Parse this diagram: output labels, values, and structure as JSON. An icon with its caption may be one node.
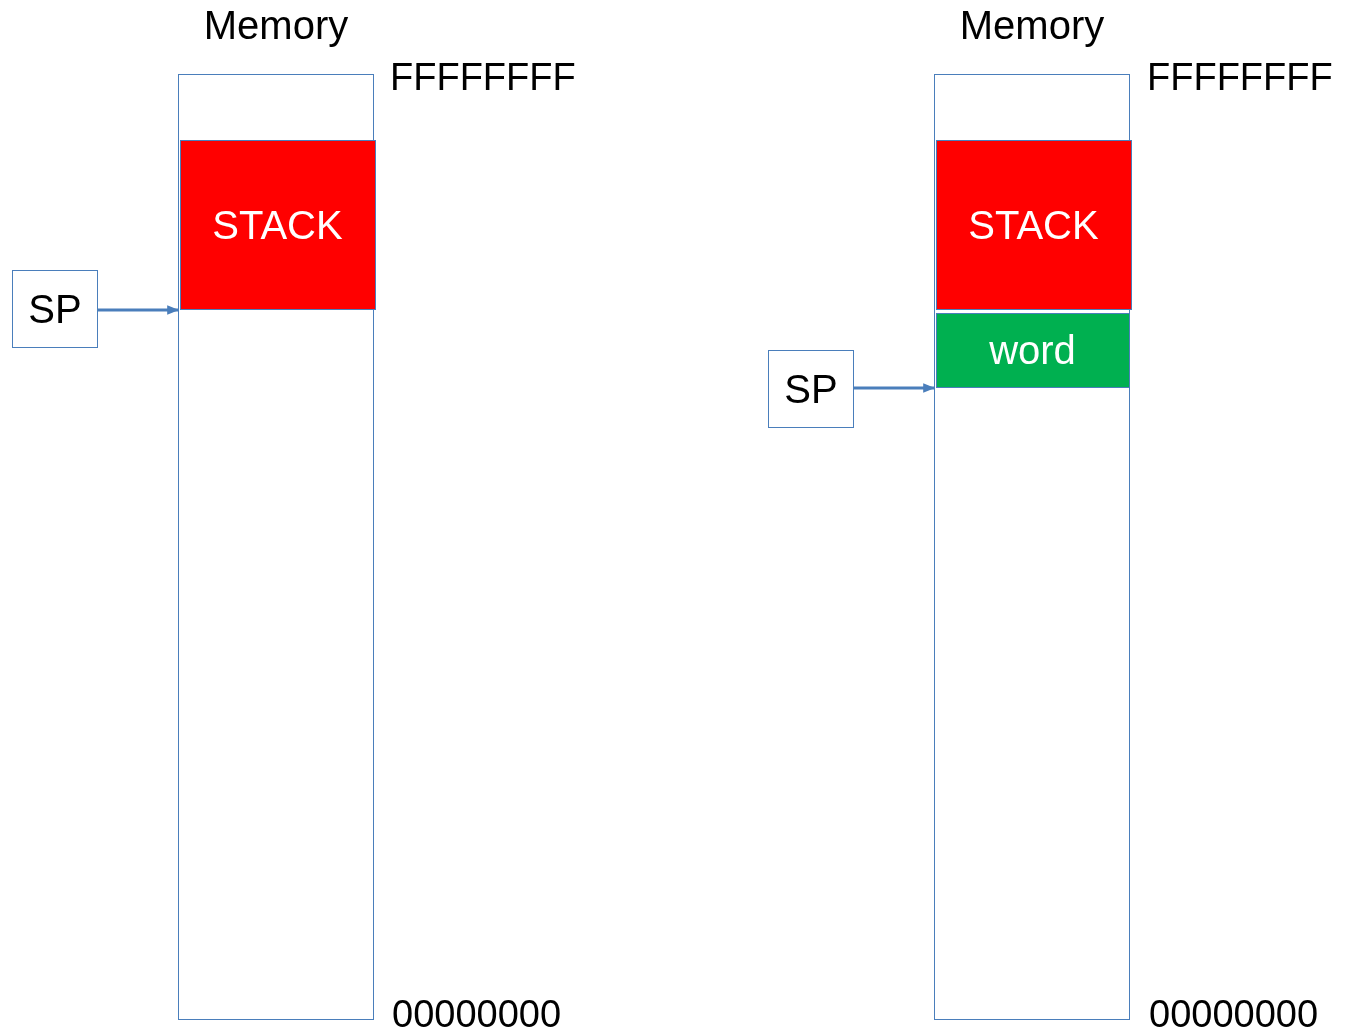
{
  "diagram": {
    "nodes": [
      {
        "text": [
          "Memory"
        ],
        "beside": [
          "FFFFFFFF",
          "00000000"
        ]
      },
      {
        "text": [
          "STACK"
        ],
        "in": 0
      },
      {
        "text": [
          "SP"
        ]
      },
      {
        "text": [
          "Memory"
        ],
        "beside": [
          "FFFFFFFF",
          "00000000"
        ]
      },
      {
        "text": [
          "STACK"
        ],
        "in": 3
      },
      {
        "text": [
          "word"
        ],
        "in": 3
      },
      {
        "text": [
          "SP"
        ]
      }
    ],
    "edges": [
      {
        "from": 2,
        "to": 0,
        "arrow": "to"
      },
      {
        "from": 6,
        "to": 3,
        "arrow": "to"
      }
    ]
  }
}
